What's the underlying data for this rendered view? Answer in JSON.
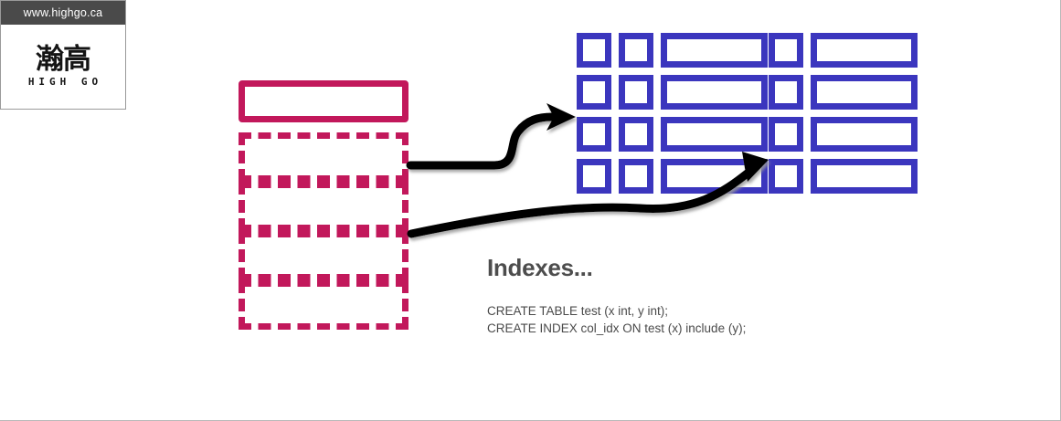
{
  "brand": {
    "url_label": "www.highgo.ca",
    "logo_cjk": "瀚高",
    "logo_latin": "HIGH GO",
    "accent_color": "#ef8a1b",
    "bar_color": "#4a4a4a"
  },
  "colors": {
    "heap": "#c2185b",
    "index": "#3b36be",
    "arrow": "#000000",
    "text": "#4d4d4d",
    "background": "#ffffff"
  },
  "diagram": {
    "heap": {
      "name": "heap-table",
      "header_row_count": 1,
      "page_count": 4
    },
    "indexes": [
      {
        "name": "index-left",
        "rows": 4,
        "columns_per_row": [
          "key",
          "key",
          "xwide"
        ]
      },
      {
        "name": "index-right",
        "rows": 4,
        "columns_per_row": [
          "key",
          "xwide"
        ]
      }
    ],
    "arrows": [
      {
        "name": "arrow-heap-to-index-left",
        "from": "heap-table",
        "to": "index-left"
      },
      {
        "name": "arrow-heap-to-index-right",
        "from": "heap-table",
        "to": "index-right"
      }
    ]
  },
  "caption": {
    "title": "Indexes...",
    "code_line_1": "CREATE TABLE test (x int, y int);",
    "code_line_2": "CREATE INDEX col_idx ON test (x) include (y);"
  }
}
